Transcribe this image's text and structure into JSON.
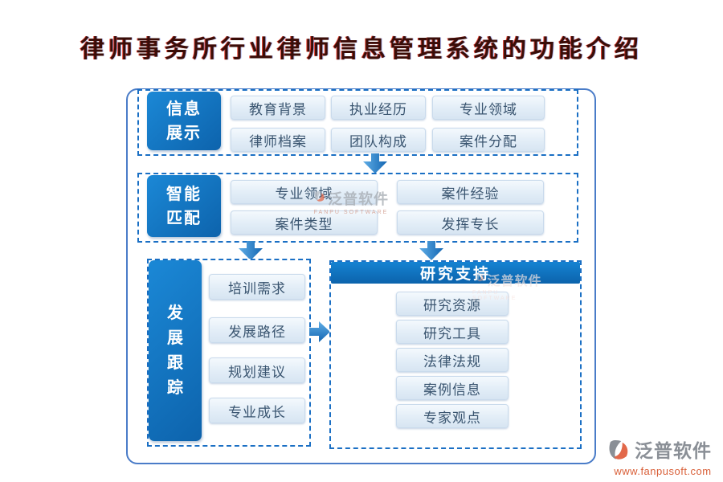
{
  "title": {
    "text": "律师事务所行业律师信息管理系统的功能介绍",
    "color": "#3a0d08"
  },
  "sections": {
    "info_display": {
      "label": "信息展示",
      "label_lines": [
        "信息",
        "展示"
      ],
      "items": [
        "教育背景",
        "执业经历",
        "专业领域",
        "律师档案",
        "团队构成",
        "案件分配"
      ]
    },
    "smart_match": {
      "label": "智能匹配",
      "label_lines": [
        "智能",
        "匹配"
      ],
      "items": [
        "专业领域",
        "案件经验",
        "案件类型",
        "发挥专长"
      ]
    },
    "dev_tracking": {
      "label": "发展跟踪",
      "label_chars": [
        "发",
        "展",
        "跟",
        "踪"
      ],
      "items": [
        "培训需求",
        "发展路径",
        "规划建议",
        "专业成长"
      ]
    },
    "research_support": {
      "label": "研究支持",
      "items": [
        "研究资源",
        "研究工具",
        "法律法规",
        "案例信息",
        "专家观点"
      ]
    }
  },
  "watermarks": {
    "center": {
      "text": "泛普软件",
      "subtext": "FANPU SOFTWARE"
    },
    "overlay": {
      "text": "泛普软件",
      "subtext": "FANPU SOFTWARE"
    }
  },
  "footer": {
    "brand": "泛普软件",
    "website": "www.fanpusoft.com"
  },
  "colors": {
    "primary_blue": "#0e6ab4",
    "dashed_border": "#1a6fc4",
    "container_border": "#4a7cc8",
    "item_background": "#e2edf7",
    "item_text": "#3a5570",
    "arrow_blue": "#2b87d0",
    "footer_brand_gray": "#8a8f96",
    "footer_url_orange": "#d95f38"
  }
}
